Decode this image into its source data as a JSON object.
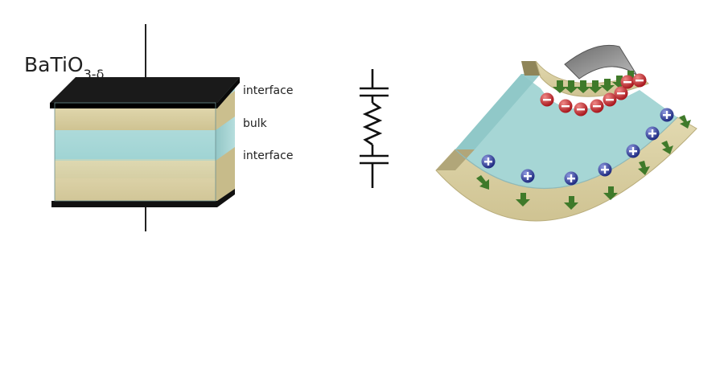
{
  "material": {
    "formula": "BaTiO",
    "subscript": "3-δ"
  },
  "layers": {
    "top": "interface",
    "middle": "bulk",
    "bottom": "interface"
  },
  "charges": {
    "negative": "−",
    "positive": "+"
  },
  "colors": {
    "interface_layer": "#d8cfa4",
    "bulk_layer": "#9fd2d4",
    "electrode": "#111111",
    "arrow": "#3f7a2a",
    "negative_charge": "#c0262b",
    "positive_charge": "#2f3fa0"
  }
}
